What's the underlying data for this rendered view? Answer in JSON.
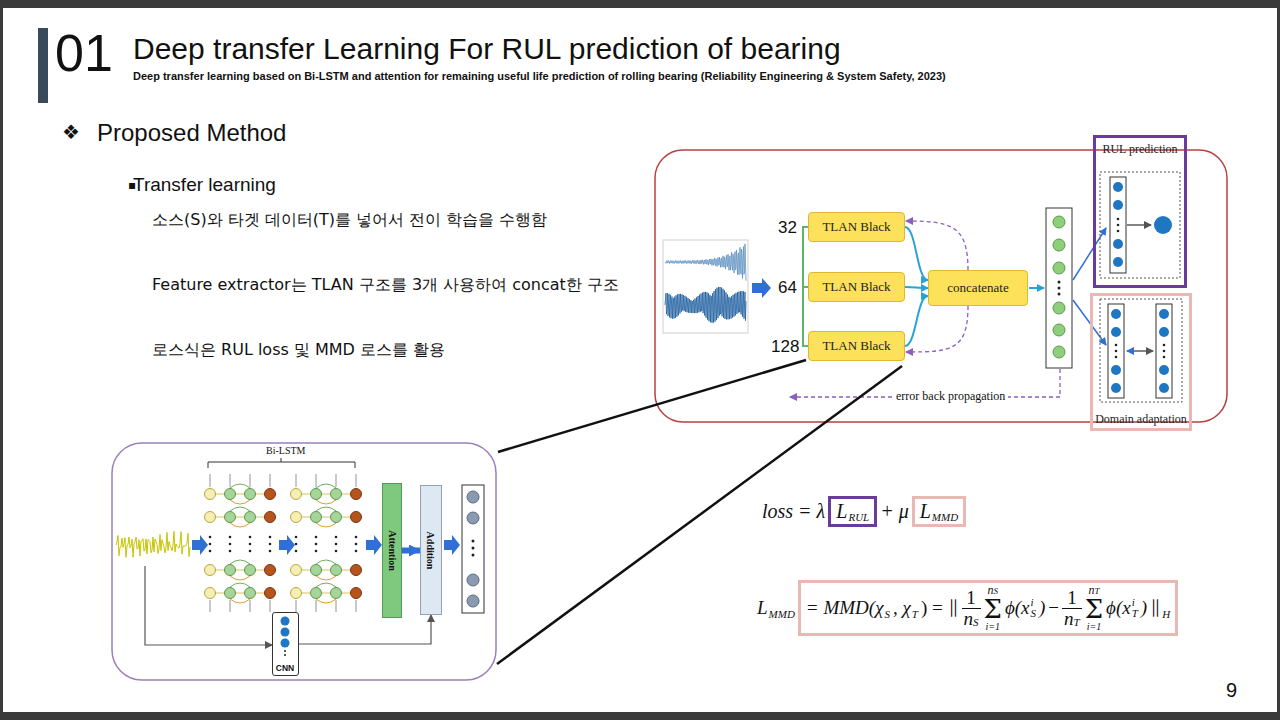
{
  "diagram": {
    "title": "Deep transfer Learning For RUL prediction of bearing",
    "nodes": [
      {
        "text": [
          "TLAN Black"
        ]
      },
      {
        "text": [
          "TLAN Black"
        ]
      },
      {
        "text": [
          "TLAN Black"
        ]
      },
      {
        "text": [
          "concatenate"
        ]
      },
      {
        "text": [
          "RUL prediction"
        ]
      },
      {
        "text": [
          "Domain adaptation"
        ]
      },
      {
        "text": [
          "Attention"
        ]
      },
      {
        "text": [
          "Addition"
        ]
      },
      {
        "text": [
          "CNN"
        ]
      }
    ],
    "edges": [
      {
        "from": 0,
        "to": 3,
        "arrow": "to"
      },
      {
        "from": 1,
        "to": 3,
        "arrow": "to"
      },
      {
        "from": 2,
        "to": 3,
        "arrow": "to"
      },
      {
        "from": 3,
        "to": 0,
        "arrow": "to"
      },
      {
        "from": 3,
        "to": 2,
        "arrow": "to"
      },
      {
        "from": 6,
        "to": 7,
        "arrow": "to"
      },
      {
        "from": 8,
        "to": 7,
        "arrow": "to"
      }
    ],
    "labels": [
      "01",
      "Deep transfer learning based on Bi-LSTM and attention for remaining useful life prediction of rolling bearing (Reliability Engineering & System Safety, 2023)",
      "❖",
      "Proposed Method",
      "▪",
      "Transfer learning",
      "소스(S)와 타겟 데이터(T)를 넣어서 전이 학습을 수행함",
      "Feature extractor는 TLAN 구조를 3개 사용하여 concat한 구조",
      "로스식은 RUL loss 및 MMD 로스를 활용",
      "32",
      "64",
      "128",
      "error back propagation",
      "Bi-LSTM",
      "loss = λ",
      "L",
      "RUL",
      "+ μ",
      "L",
      "MMD",
      "L",
      "MMD",
      "= MMD(χ",
      "S",
      ", χ",
      "T",
      ") = ∥",
      "1",
      "n",
      "S",
      "Σ",
      "n",
      "S",
      "i=1",
      "ϕ(x",
      "i",
      "S",
      ")",
      "−",
      "1",
      "n",
      "T",
      "Σ",
      "n",
      "T",
      "i=1",
      "ϕ(x",
      "i",
      "T",
      ")",
      "∥",
      "H",
      "9"
    ]
  }
}
